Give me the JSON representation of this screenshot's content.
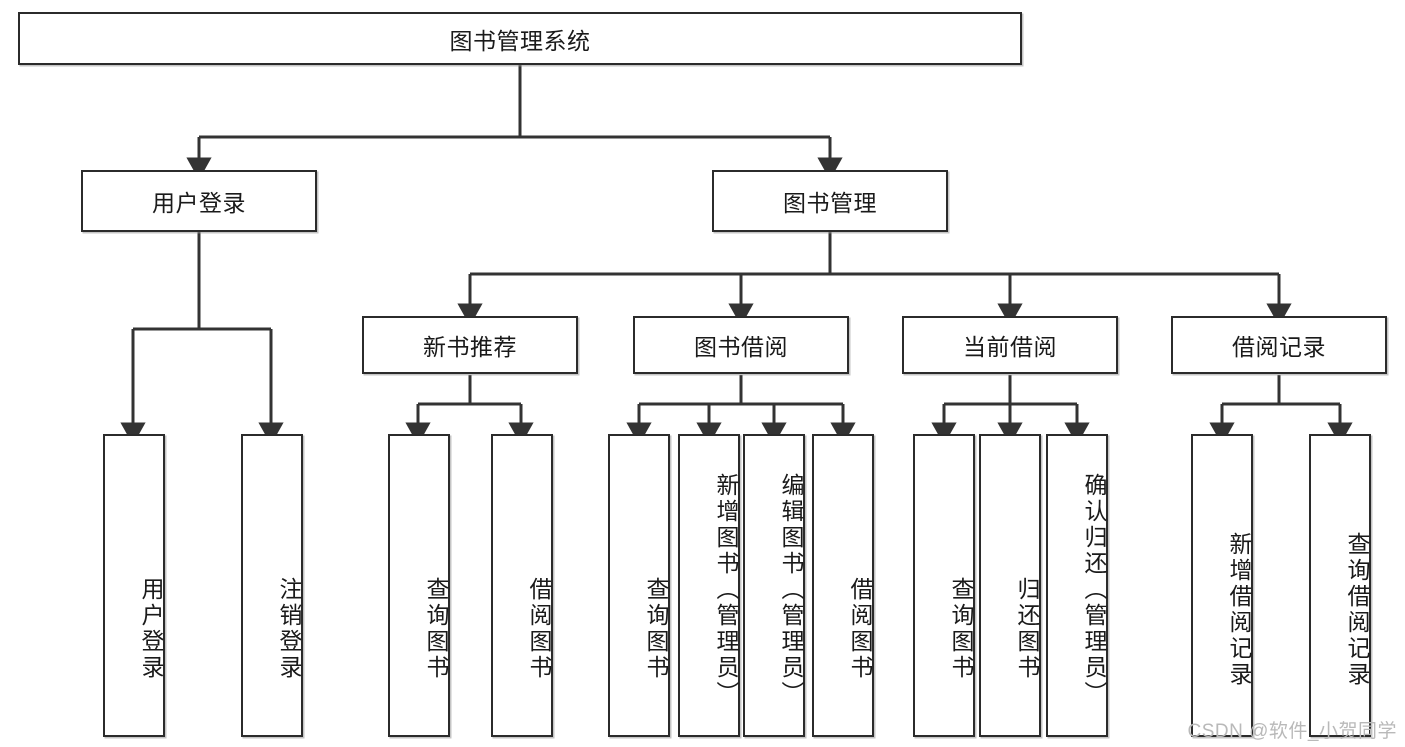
{
  "diagram": {
    "type": "tree",
    "title": "图书管理系统",
    "watermark": "CSDN @软件_小贺同学",
    "colors": {
      "border": "#2b2b2b",
      "background": "#ffffff",
      "text": "#1a1a1a",
      "connector": "#333333",
      "watermark": "#b9b9b9"
    },
    "nodes": {
      "root": {
        "label": "图书管理系统",
        "orientation": "horizontal"
      },
      "level2": [
        {
          "id": "user-login",
          "label": "用户登录",
          "orientation": "horizontal"
        },
        {
          "id": "book-manage",
          "label": "图书管理",
          "orientation": "horizontal"
        }
      ],
      "level3": [
        {
          "id": "new-book-rec",
          "label": "新书推荐",
          "orientation": "horizontal"
        },
        {
          "id": "book-borrow",
          "label": "图书借阅",
          "orientation": "horizontal"
        },
        {
          "id": "current-borrow",
          "label": "当前借阅",
          "orientation": "horizontal"
        },
        {
          "id": "borrow-record",
          "label": "借阅记录",
          "orientation": "horizontal"
        }
      ],
      "leaves": [
        {
          "id": "leaf-user-login",
          "label": "用户登录",
          "parent": "user-login",
          "orientation": "vertical"
        },
        {
          "id": "leaf-logout",
          "label": "注销登录",
          "parent": "user-login",
          "orientation": "vertical"
        },
        {
          "id": "leaf-query-book-1",
          "label": "查询图书",
          "parent": "new-book-rec",
          "orientation": "vertical"
        },
        {
          "id": "leaf-borrow-book-1",
          "label": "借阅图书",
          "parent": "new-book-rec",
          "orientation": "vertical"
        },
        {
          "id": "leaf-query-book-2",
          "label": "查询图书",
          "parent": "book-borrow",
          "orientation": "vertical"
        },
        {
          "id": "leaf-add-book",
          "label": "新增图书（管理员）",
          "parent": "book-borrow",
          "orientation": "vertical"
        },
        {
          "id": "leaf-edit-book",
          "label": "编辑图书（管理员）",
          "parent": "book-borrow",
          "orientation": "vertical"
        },
        {
          "id": "leaf-borrow-book-2",
          "label": "借阅图书",
          "parent": "book-borrow",
          "orientation": "vertical"
        },
        {
          "id": "leaf-query-book-3",
          "label": "查询图书",
          "parent": "current-borrow",
          "orientation": "vertical"
        },
        {
          "id": "leaf-return-book",
          "label": "归还图书",
          "parent": "current-borrow",
          "orientation": "vertical"
        },
        {
          "id": "leaf-confirm-return",
          "label": "确认归还（管理员）",
          "parent": "current-borrow",
          "orientation": "vertical"
        },
        {
          "id": "leaf-add-record",
          "label": "新增借阅记录",
          "parent": "borrow-record",
          "orientation": "vertical"
        },
        {
          "id": "leaf-query-record",
          "label": "查询借阅记录",
          "parent": "borrow-record",
          "orientation": "vertical"
        }
      ]
    }
  }
}
